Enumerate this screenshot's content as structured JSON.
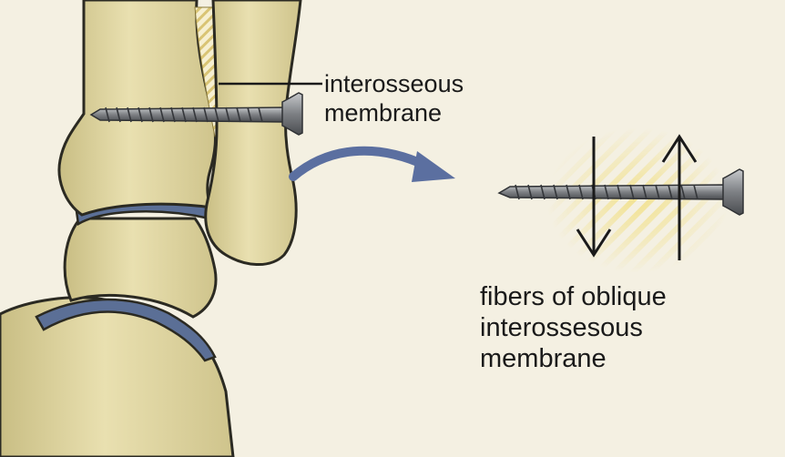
{
  "labels": {
    "interosseous_line1": "interosseous",
    "interosseous_line2": "membrane",
    "fibers_line1": "fibers of oblique",
    "fibers_line2": "interossesous",
    "fibers_line3": "membrane"
  },
  "colors": {
    "background": "#f4f0e2",
    "bone": "#e2d9a6",
    "bone_outline": "#2b2a22",
    "cartilage": "#5b6f96",
    "arrow": "#5b6fa0",
    "fibers": "#f0dc7a",
    "screw": "#8c8f92",
    "text": "#1a1a1a"
  }
}
